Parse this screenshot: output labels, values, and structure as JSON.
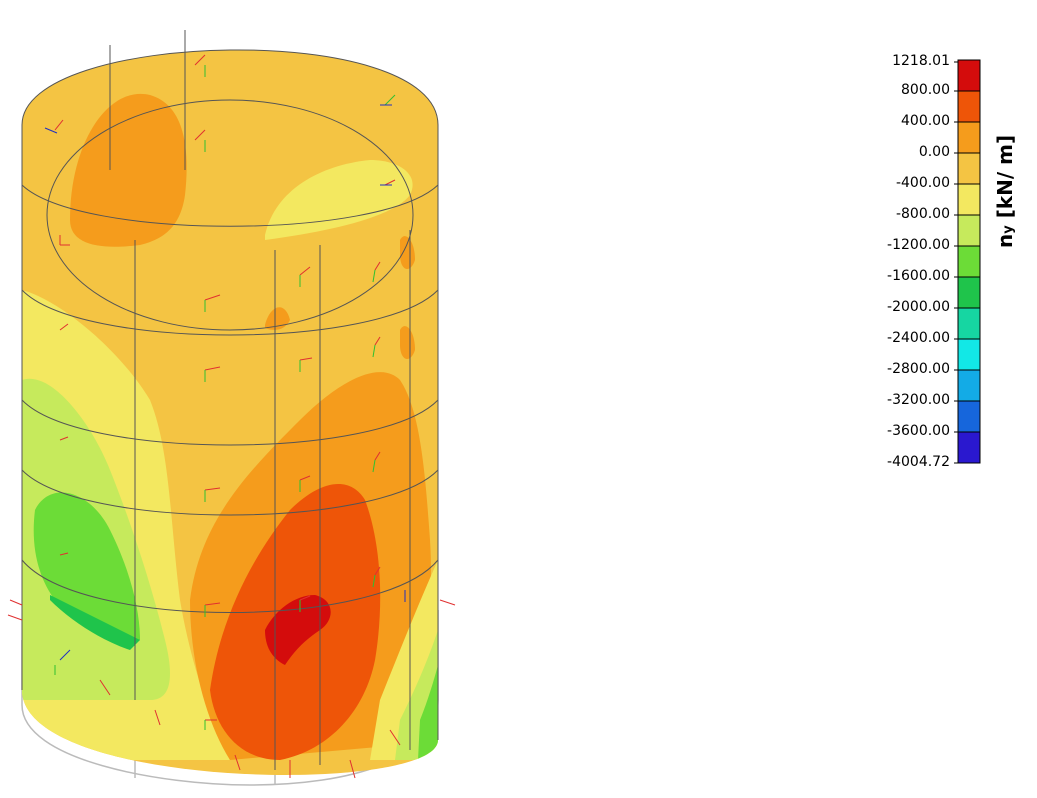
{
  "legend": {
    "title": "n",
    "title_subscript": "y",
    "title_unit": " [kN/ m]",
    "levels": [
      {
        "label": "1218.01",
        "color": "#d40c0c"
      },
      {
        "label": "800.00",
        "color": "#ee5508"
      },
      {
        "label": "400.00",
        "color": "#f59c1c"
      },
      {
        "label": "0.00",
        "color": "#f4c443"
      },
      {
        "label": "-400.00",
        "color": "#f3e860"
      },
      {
        "label": "-800.00",
        "color": "#c6ea5c"
      },
      {
        "label": "-1200.00",
        "color": "#6cdc37"
      },
      {
        "label": "-1600.00",
        "color": "#1fc44b"
      },
      {
        "label": "-2000.00",
        "color": "#16d6a2"
      },
      {
        "label": "-2400.00",
        "color": "#12e8e6"
      },
      {
        "label": "-2800.00",
        "color": "#13abe6"
      },
      {
        "label": "-3200.00",
        "color": "#1666dc"
      },
      {
        "label": "-3600.00",
        "color": "#2a18cf"
      },
      {
        "label": "-4004.72",
        "color": ""
      }
    ]
  },
  "colors": {
    "outline": "#555555",
    "support": "#bbbbbb",
    "axis_x": "#e03030",
    "axis_y": "#30c030",
    "axis_z": "#2030c0"
  }
}
